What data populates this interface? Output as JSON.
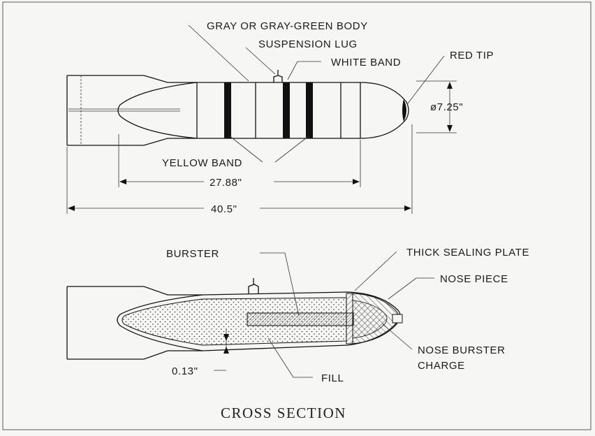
{
  "side_view": {
    "labels": {
      "body": "GRAY OR GRAY-GREEN BODY",
      "lug": "SUSPENSION LUG",
      "white_band": "WHITE BAND",
      "red_tip": "RED TIP",
      "yellow_band": "YELLOW BAND"
    },
    "dimensions": {
      "diameter": "ø7.25\"",
      "body_length": "27.88\"",
      "overall_length": "40.5\""
    }
  },
  "cross_section": {
    "labels": {
      "burster": "BURSTER",
      "sealing_plate": "THICK SEALING PLATE",
      "nose_piece": "NOSE PIECE",
      "nose_burster_1": "NOSE BURSTER",
      "nose_burster_2": "CHARGE",
      "fill": "FILL"
    },
    "dimensions": {
      "wall": "0.13\""
    },
    "caption": "CROSS SECTION"
  }
}
